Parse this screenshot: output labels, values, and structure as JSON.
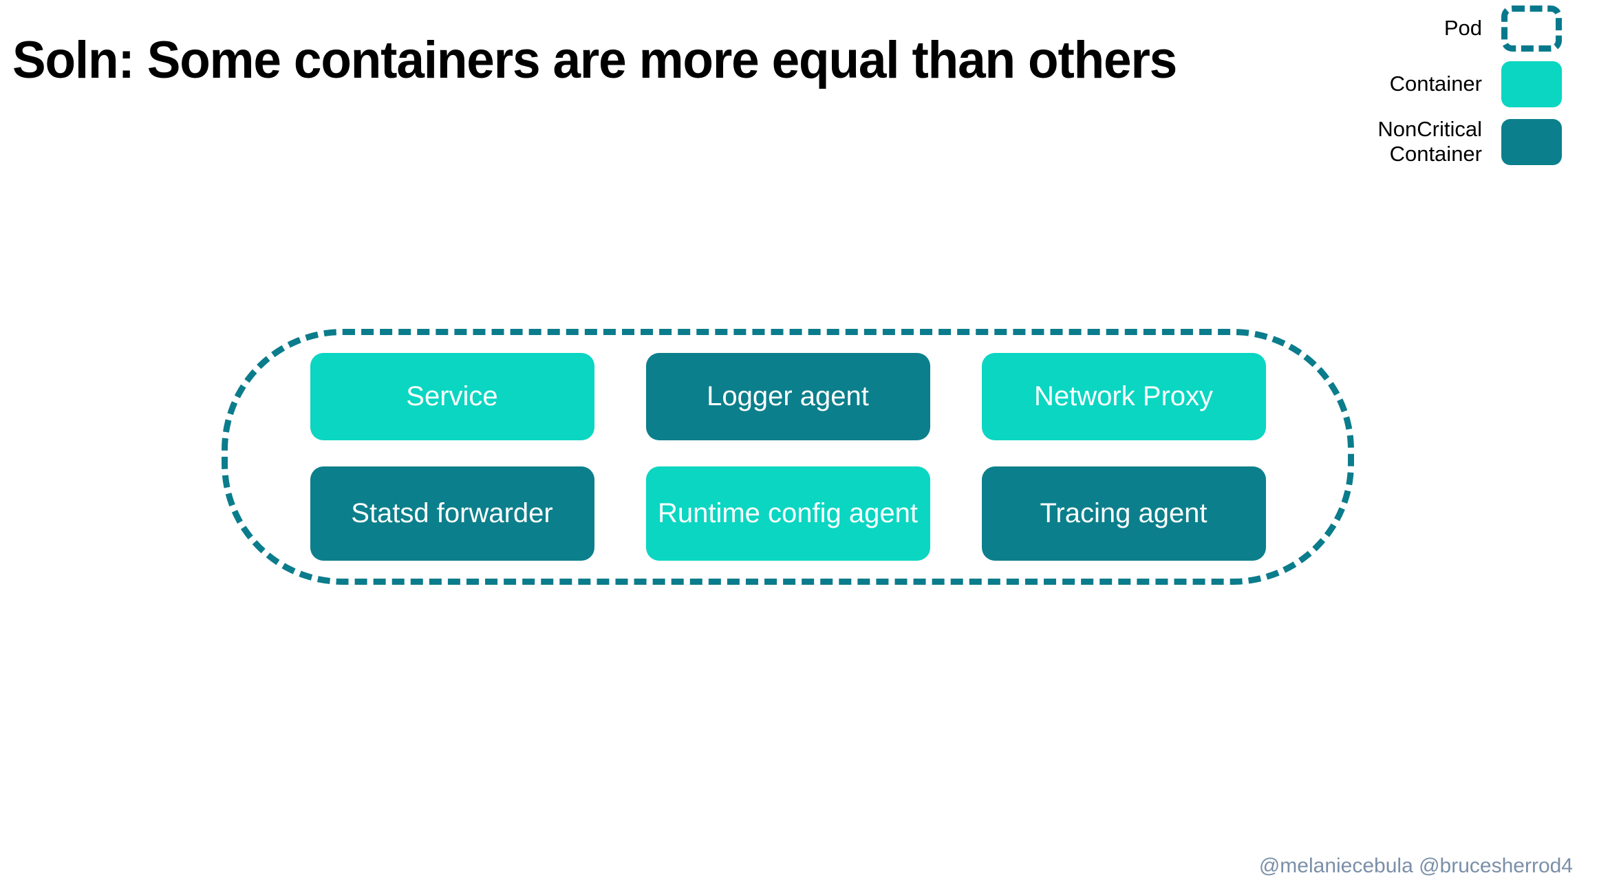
{
  "slide": {
    "title": "Soln: Some containers are more equal than others",
    "footer": "@melaniecebula @brucesherrod4"
  },
  "legend": {
    "items": [
      {
        "label": "Pod",
        "swatch": "dashed-outline-box",
        "color": "#0b7c8c"
      },
      {
        "label": "Container",
        "swatch": "filled-box",
        "color": "#0ad6c2"
      },
      {
        "label": "NonCritical\nContainer",
        "swatch": "filled-box",
        "color": "#0c7f8c"
      }
    ]
  },
  "pod": {
    "name": "pod-group",
    "containers": [
      {
        "label": "Service",
        "type": "critical"
      },
      {
        "label": "Logger agent",
        "type": "noncritical"
      },
      {
        "label": "Network Proxy",
        "type": "critical"
      },
      {
        "label": "Statsd forwarder",
        "type": "noncritical"
      },
      {
        "label": "Runtime config agent",
        "type": "critical"
      },
      {
        "label": "Tracing agent",
        "type": "noncritical"
      }
    ]
  },
  "colors": {
    "critical": "#0ad6c2",
    "noncritical": "#0c7f8c",
    "pod_border": "#0b7c8c",
    "background": "#ffffff",
    "title": "#000000",
    "footer": "#7b8fa8"
  }
}
